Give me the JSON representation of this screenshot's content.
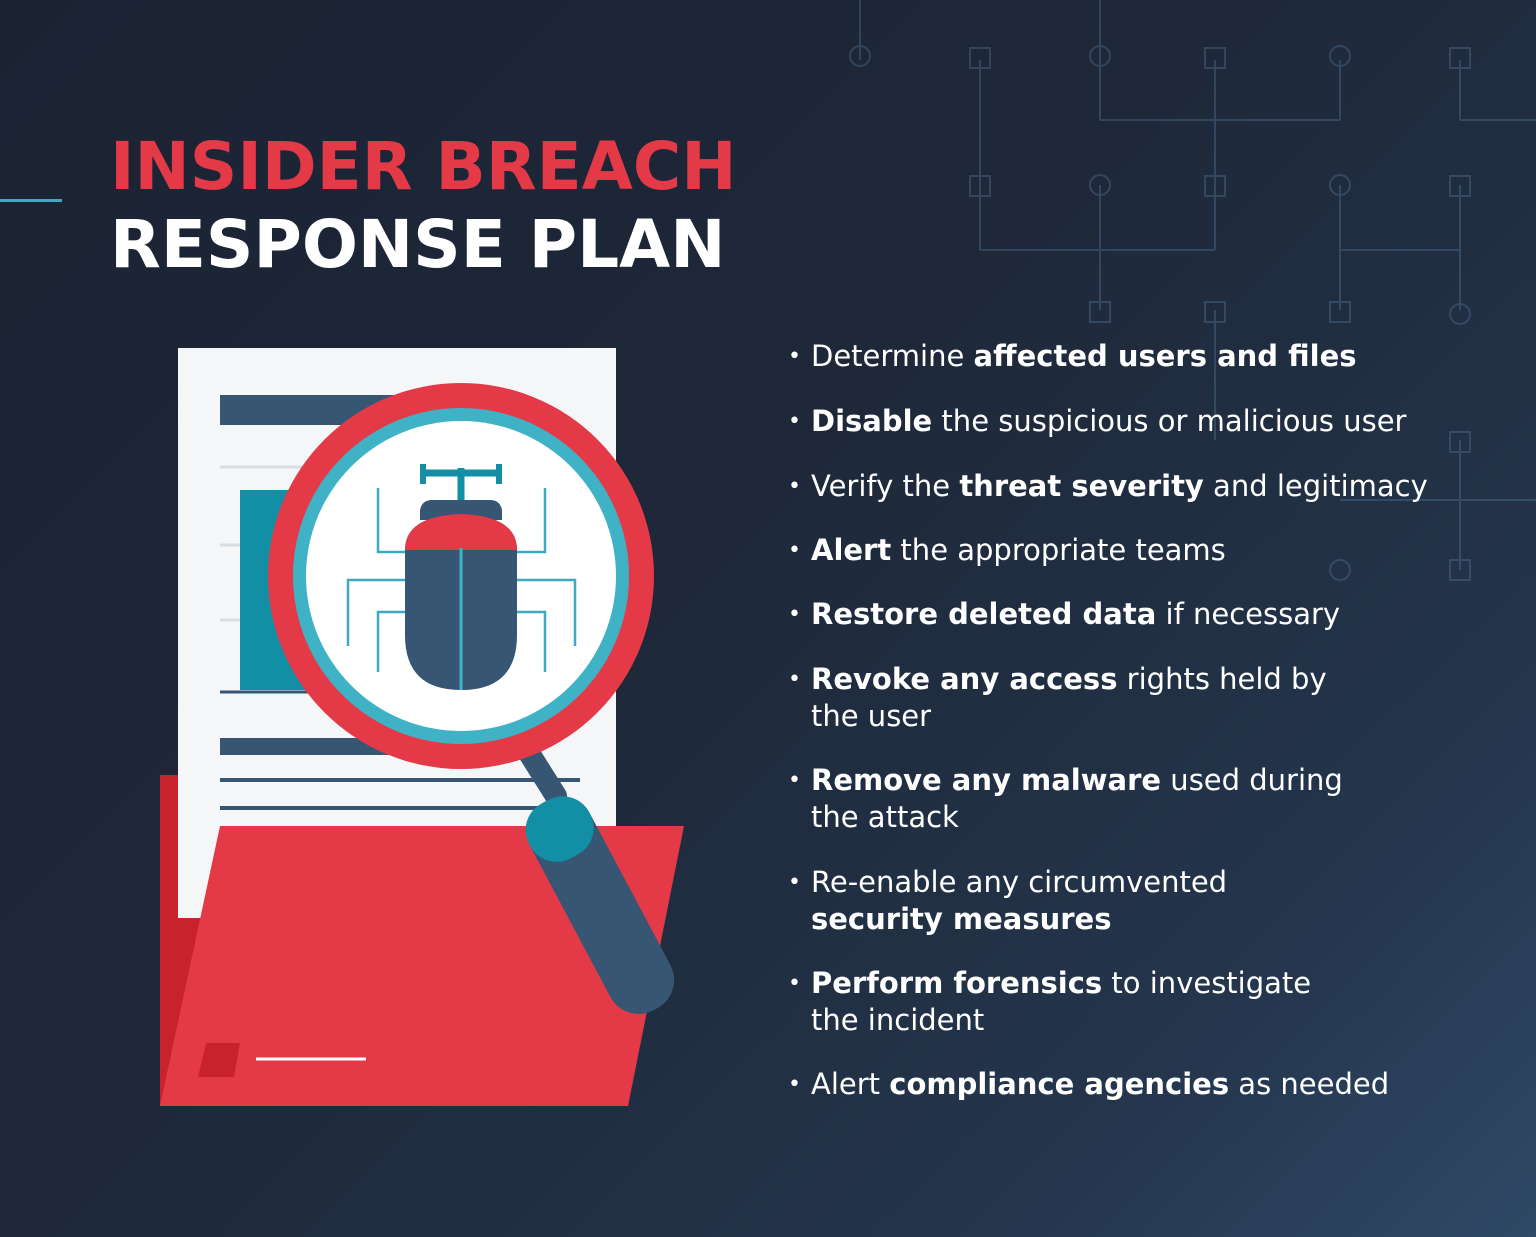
{
  "header": {
    "title_line1": "INSIDER BREACH",
    "title_line2": "RESPONSE PLAN"
  },
  "colors": {
    "background": "#1e2839",
    "accent_red": "#e43a48",
    "accent_teal": "#3fa8c2",
    "bug_blue": "#365674",
    "text": "#ffffff"
  },
  "illustration": {
    "icons": [
      "document-icon",
      "folder-icon",
      "magnifying-glass-icon",
      "bug-icon"
    ]
  },
  "steps": [
    {
      "pre": "Determine ",
      "bold": "affected users and files",
      "post": ""
    },
    {
      "pre": "",
      "bold": "Disable",
      "post": " the suspicious or malicious user"
    },
    {
      "pre": "Verify the ",
      "bold": "threat severity",
      "post": " and legitimacy"
    },
    {
      "pre": "",
      "bold": "Alert",
      "post": " the appropriate teams"
    },
    {
      "pre": "",
      "bold": "Restore deleted data",
      "post": " if necessary"
    },
    {
      "pre": "",
      "bold": "Revoke any access",
      "post": " rights held by\nthe user"
    },
    {
      "pre": "",
      "bold": "Remove any malware",
      "post": " used during\nthe attack"
    },
    {
      "pre": "Re-enable any circumvented\n",
      "bold": "security measures",
      "post": ""
    },
    {
      "pre": "",
      "bold": "Perform forensics",
      "post": " to investigate\nthe incident"
    },
    {
      "pre": "Alert ",
      "bold": "compliance agencies",
      "post": " as needed"
    }
  ]
}
